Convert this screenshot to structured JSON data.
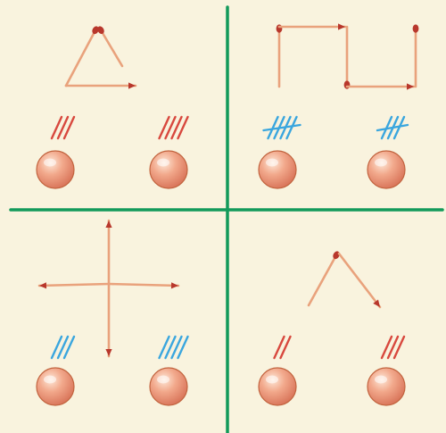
{
  "colors": {
    "background": "#f9f3de",
    "divider": "#129a5a",
    "match_stick": "#e9a27c",
    "match_head": "#b8372c",
    "tally_red": "#d8483e",
    "tally_blue": "#3aa6de",
    "ball_light": "#fde8d8",
    "ball_mid": "#f2a98c",
    "ball_dark": "#d9755a",
    "ball_edge": "#c2643f"
  },
  "panels": [
    {
      "figure": "triangle",
      "left_tally": {
        "color": "red",
        "strokes": 3,
        "crossed": false
      },
      "right_tally": {
        "color": "red",
        "strokes": 4,
        "crossed": false
      }
    },
    {
      "figure": "square-wave",
      "left_tally": {
        "color": "blue",
        "strokes": 4,
        "crossed": true
      },
      "right_tally": {
        "color": "blue",
        "strokes": 3,
        "crossed": true
      }
    },
    {
      "figure": "cross",
      "left_tally": {
        "color": "blue",
        "strokes": 3,
        "crossed": false
      },
      "right_tally": {
        "color": "blue",
        "strokes": 4,
        "crossed": false
      }
    },
    {
      "figure": "caret",
      "left_tally": {
        "color": "red",
        "strokes": 2,
        "crossed": false
      },
      "right_tally": {
        "color": "red",
        "strokes": 3,
        "crossed": false
      }
    }
  ]
}
